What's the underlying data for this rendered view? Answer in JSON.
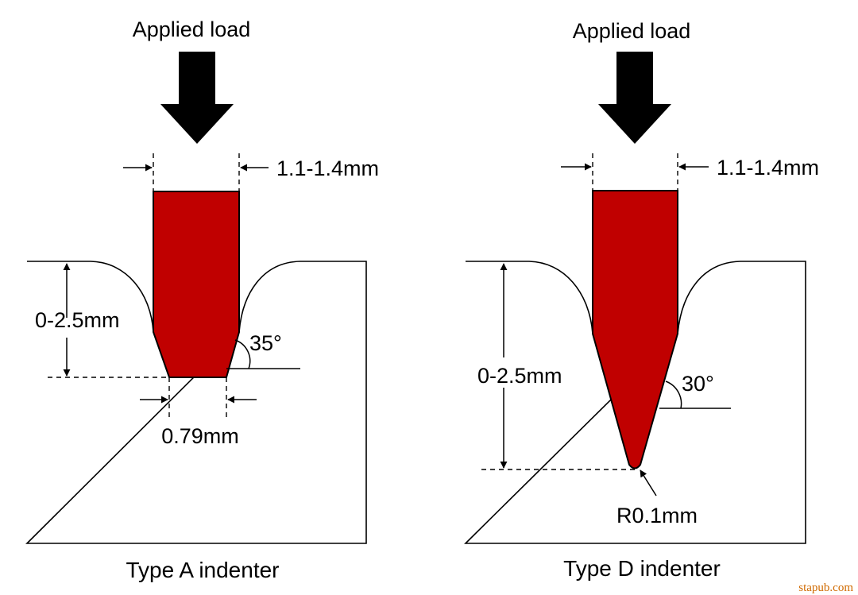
{
  "type_a": {
    "load_label": "Applied load",
    "width_label": "1.1-1.4mm",
    "depth_label": "0-2.5mm",
    "angle_label": "35°",
    "tip_label": "0.79mm",
    "caption": "Type A indenter"
  },
  "type_d": {
    "load_label": "Applied load",
    "width_label": "1.1-1.4mm",
    "depth_label": "0-2.5mm",
    "angle_label": "30°",
    "radius_label": "R0.1mm",
    "caption": "Type D indenter"
  },
  "watermark": "stapub.com",
  "colors": {
    "indenter_fill": "#c00000",
    "outline": "#000000",
    "watermark": "#d06a00"
  }
}
